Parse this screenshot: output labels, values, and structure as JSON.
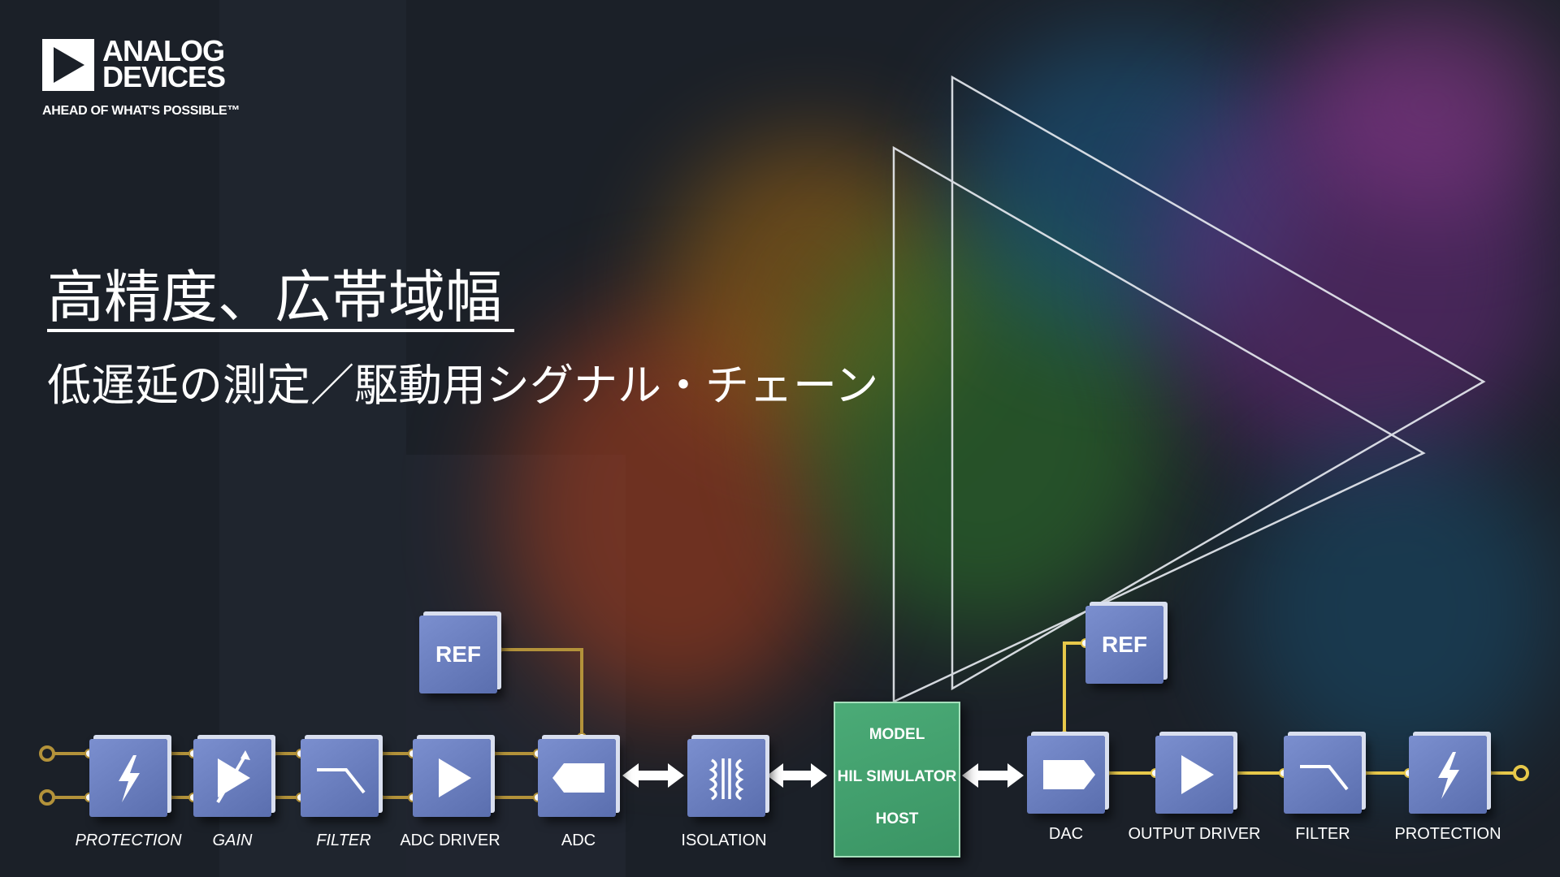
{
  "brand": {
    "name_line1": "ANALOG",
    "name_line2": "DEVICES",
    "tagline": "AHEAD OF WHAT'S POSSIBLE™"
  },
  "heading": {
    "title": "高精度、広帯域幅",
    "subtitle": "低遅延の測定／駆動用シグナル・チェーン"
  },
  "input_chain": {
    "ref_label": "REF",
    "blocks": [
      {
        "label": "PROTECTION",
        "icon": "lightning-icon"
      },
      {
        "label": "GAIN",
        "icon": "variable-gain-amplifier-icon"
      },
      {
        "label": "FILTER",
        "icon": "lowpass-filter-icon"
      },
      {
        "label": "ADC DRIVER",
        "icon": "amplifier-triangle-icon"
      },
      {
        "label": "ADC",
        "icon": "adc-arrow-icon"
      },
      {
        "label": "ISOLATION",
        "icon": "transformer-icon"
      }
    ]
  },
  "host": {
    "line1": "MODEL",
    "line2": "HIL SIMULATOR",
    "line3": "HOST"
  },
  "output_chain": {
    "ref_label": "REF",
    "blocks": [
      {
        "label": "DAC",
        "icon": "dac-arrow-icon"
      },
      {
        "label": "OUTPUT DRIVER",
        "icon": "amplifier-triangle-icon"
      },
      {
        "label": "FILTER",
        "icon": "lowpass-filter-icon"
      },
      {
        "label": "PROTECTION",
        "icon": "lightning-icon"
      }
    ]
  },
  "colors": {
    "block": "#6d82c2",
    "host": "#45a26f",
    "wire_input": "#b3923a",
    "wire_output": "#e7c84a"
  }
}
